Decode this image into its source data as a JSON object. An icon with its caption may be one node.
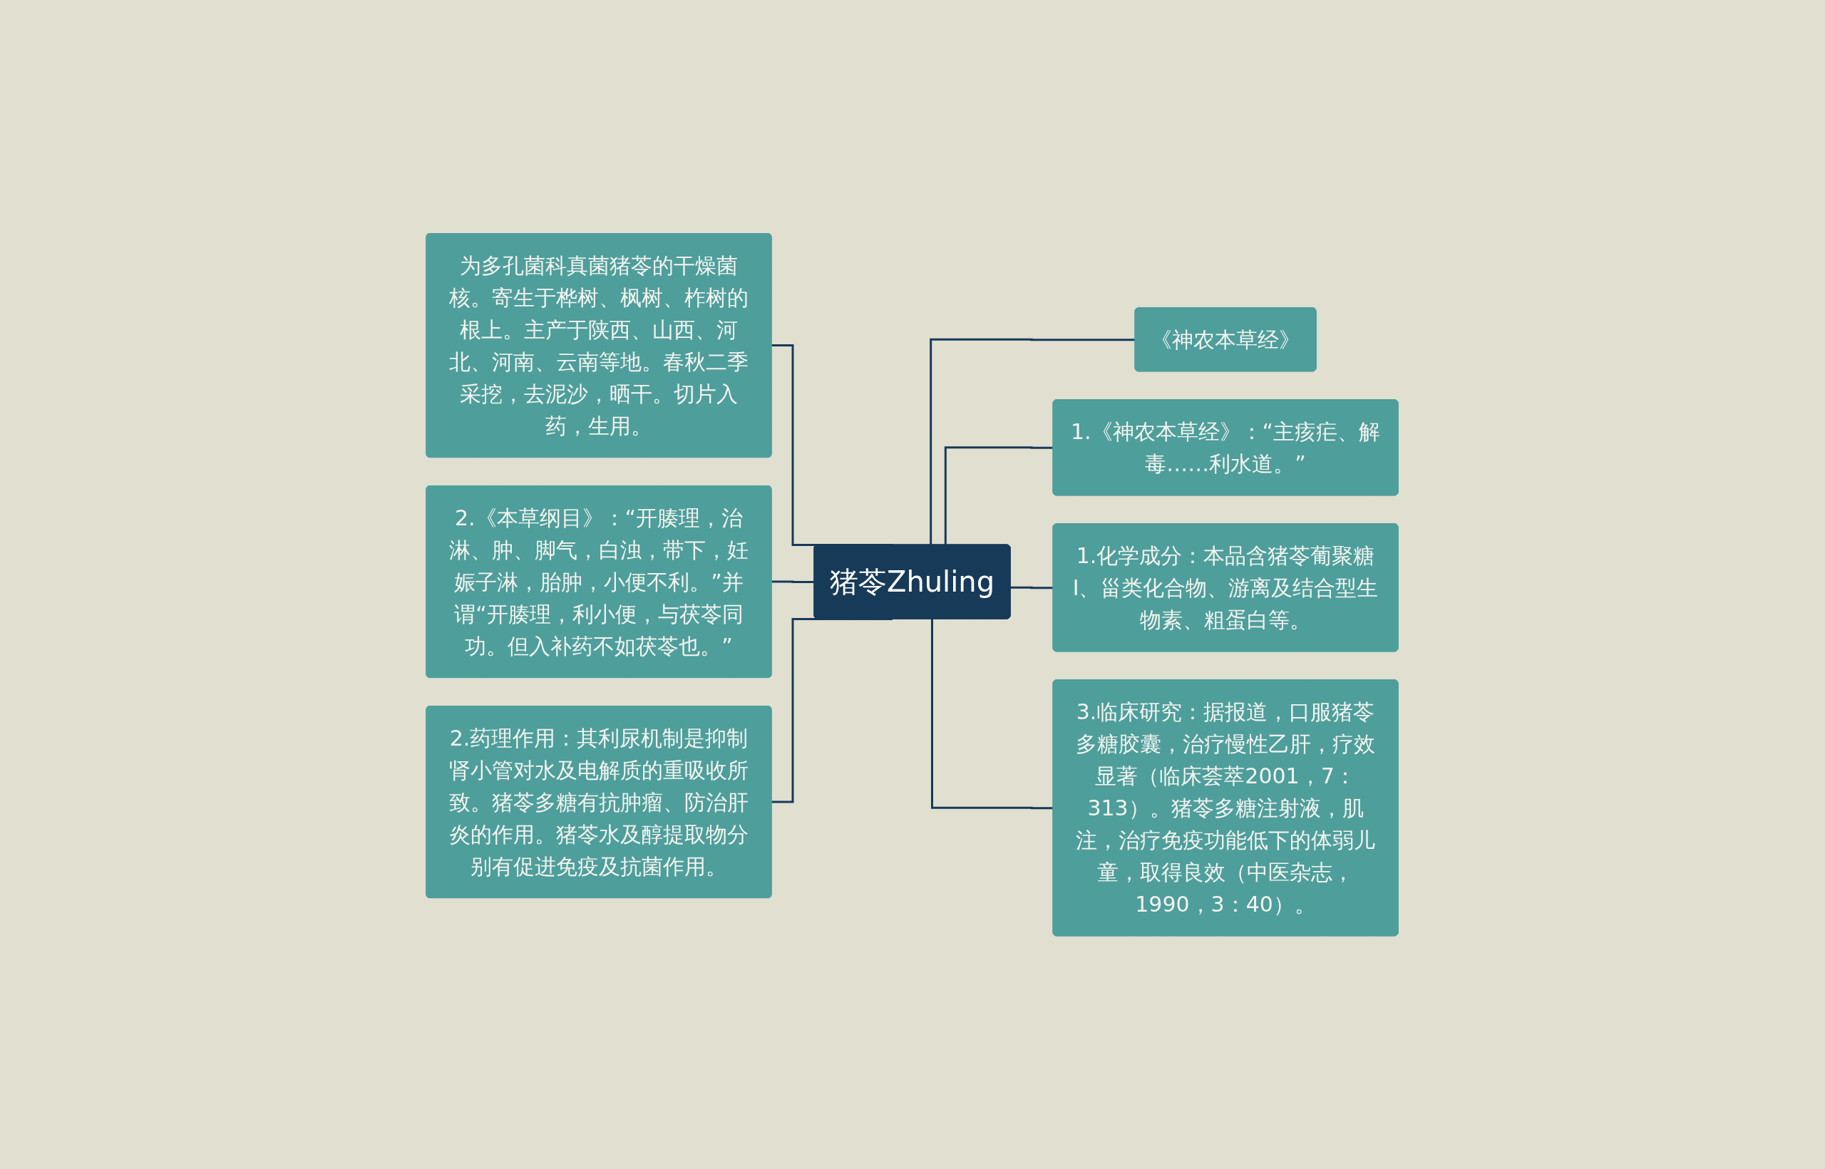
{
  "diagram": {
    "nodes": [
      {
        "text": [
          "猪苓Zhuling"
        ]
      },
      {
        "text": [
          "为多孔菌科真菌猪苓的干燥菌核。寄生于桦树、枫树、柞树的根上。主产于陕西、山西、河北、河南、云南等地。春秋二季采挖，去泥沙，晒干。切片入药，生用。"
        ]
      },
      {
        "text": [
          "2.《本草纲目》：“开腠理，治淋、肿、脚气，白浊，带下，妊娠子淋，胎肿，小便不利。”并谓“开腠理，利小便，与茯苓同功。但入补药不如茯苓也。”"
        ]
      },
      {
        "text": [
          "2.药理作用：其利尿机制是抑制肾小管对水及电解质的重吸收所致。猪苓多糖有抗肿瘤、防治肝炎的作用。猪苓水及醇提取物分别有促进免疫及抗菌作用。"
        ]
      },
      {
        "text": [
          "《神农本草经》"
        ]
      },
      {
        "text": [
          "1.《神农本草经》：“主痎疟、解毒……利水道。”"
        ]
      },
      {
        "text": [
          "1.化学成分：本品含猪苓葡聚糖Ⅰ、甾类化合物、游离及结合型生物素、粗蛋白等。"
        ]
      },
      {
        "text": [
          "3.临床研究：据报道，口服猪苓多糖胶囊，治疗慢性乙肝，疗效显著（临床荟萃2001，7：313）。猪苓多糖注射液，肌注，治疗免疫功能低下的体弱儿童，取得良效（中医杂志，1990，3：40）。"
        ]
      }
    ],
    "edges": [
      {
        "from": 1,
        "to": 0,
        "arrow": "none"
      },
      {
        "from": 2,
        "to": 0,
        "arrow": "none"
      },
      {
        "from": 3,
        "to": 0,
        "arrow": "none"
      },
      {
        "from": 0,
        "to": 4,
        "arrow": "none"
      },
      {
        "from": 0,
        "to": 5,
        "arrow": "none"
      },
      {
        "from": 0,
        "to": 6,
        "arrow": "none"
      },
      {
        "from": 0,
        "to": 7,
        "arrow": "none"
      }
    ]
  }
}
